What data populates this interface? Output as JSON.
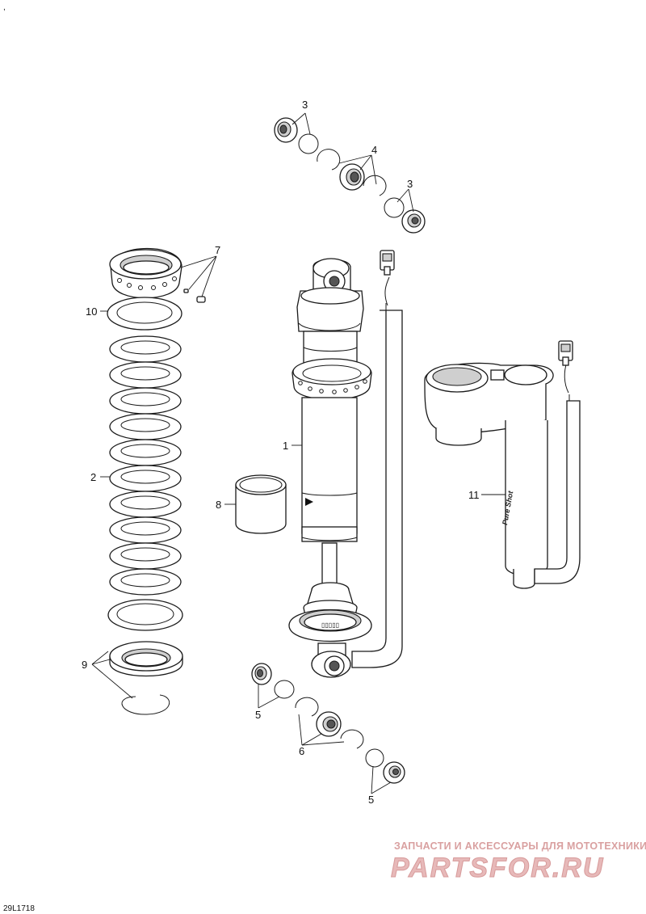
{
  "corner_mark": ",",
  "drawing_number": "29L1718",
  "callouts": {
    "c1": "1",
    "c2": "2",
    "c3a": "3",
    "c3b": "3",
    "c4": "4",
    "c5a": "5",
    "c5b": "5",
    "c6": "6",
    "c7": "7",
    "c8": "8",
    "c9": "9",
    "c10": "10",
    "c11": "11"
  },
  "reservoir_brand": "Pure Shot",
  "watermark": {
    "line1": "ЗАПЧАСТИ И АКСЕССУАРЫ ДЛЯ МОТОТЕХНИКИ",
    "line2": "PARTSFOR.RU"
  },
  "colors": {
    "line": "#1a1a1a",
    "watermark_text": "#d9a0a0",
    "watermark_logo": "#e7b9b9"
  }
}
